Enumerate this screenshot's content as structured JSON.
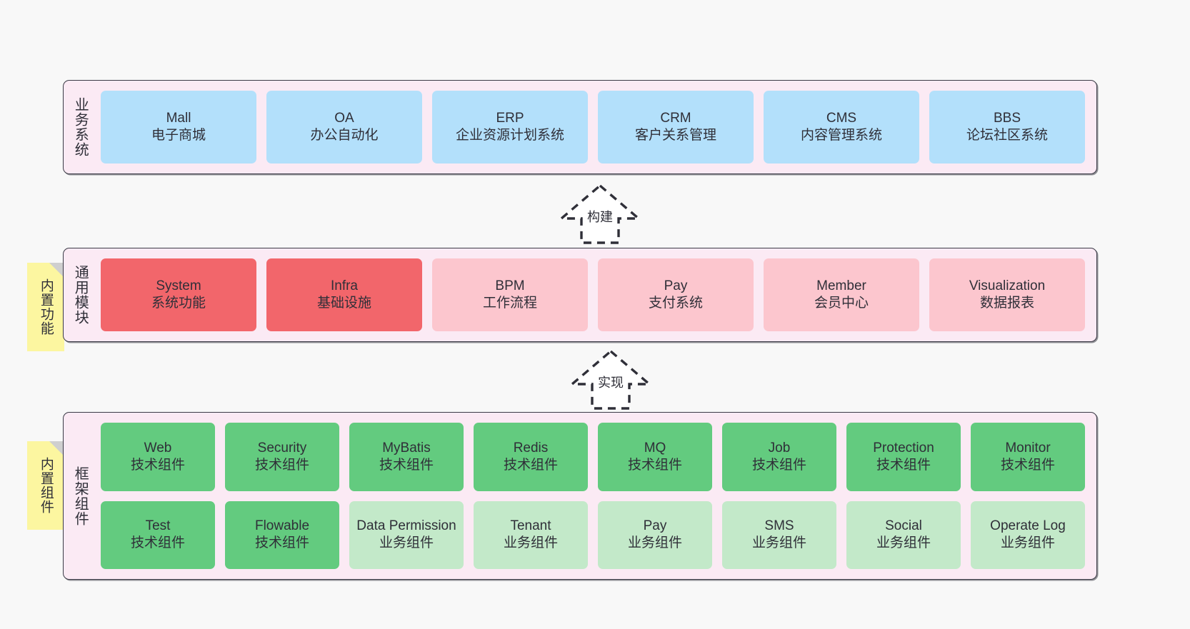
{
  "diagram": {
    "title_hidden": "",
    "colors": {
      "panel_bg": "#fbeaf4",
      "panel_border": "#3b3b47",
      "blue": "#b3e0fb",
      "red": "#f2666b",
      "pink": "#fcc6ce",
      "green": "#63cb7f",
      "green_light": "#c3e9c9",
      "sticky": "#fcf6a0",
      "canvas": "#f8f8f8",
      "text": "#2f2f38"
    }
  },
  "business_layer": {
    "title": "业务系统",
    "cards": [
      {
        "en": "Mall",
        "cn": "电子商城"
      },
      {
        "en": "OA",
        "cn": "办公自动化"
      },
      {
        "en": "ERP",
        "cn": "企业资源计划系统"
      },
      {
        "en": "CRM",
        "cn": "客户关系管理"
      },
      {
        "en": "CMS",
        "cn": "内容管理系统"
      },
      {
        "en": "BBS",
        "cn": "论坛社区系统"
      }
    ]
  },
  "arrow_build": {
    "label": "构建"
  },
  "module_layer": {
    "title": "通用模块",
    "sticky": "内置功能",
    "cards": [
      {
        "en": "System",
        "cn": "系统功能",
        "tone": "red"
      },
      {
        "en": "Infra",
        "cn": "基础设施",
        "tone": "red"
      },
      {
        "en": "BPM",
        "cn": "工作流程",
        "tone": "pink"
      },
      {
        "en": "Pay",
        "cn": "支付系统",
        "tone": "pink"
      },
      {
        "en": "Member",
        "cn": "会员中心",
        "tone": "pink"
      },
      {
        "en": "Visualization",
        "cn": "数据报表",
        "tone": "pink"
      }
    ]
  },
  "arrow_implement": {
    "label": "实现"
  },
  "framework_layer": {
    "title": "框架组件",
    "sticky": "内置组件",
    "row1": [
      {
        "en": "Web",
        "cn": "技术组件",
        "tone": "green"
      },
      {
        "en": "Security",
        "cn": "技术组件",
        "tone": "green"
      },
      {
        "en": "MyBatis",
        "cn": "技术组件",
        "tone": "green"
      },
      {
        "en": "Redis",
        "cn": "技术组件",
        "tone": "green"
      },
      {
        "en": "MQ",
        "cn": "技术组件",
        "tone": "green"
      },
      {
        "en": "Job",
        "cn": "技术组件",
        "tone": "green"
      },
      {
        "en": "Protection",
        "cn": "技术组件",
        "tone": "green"
      },
      {
        "en": "Monitor",
        "cn": "技术组件",
        "tone": "green"
      }
    ],
    "row2": [
      {
        "en": "Test",
        "cn": "技术组件",
        "tone": "green"
      },
      {
        "en": "Flowable",
        "cn": "技术组件",
        "tone": "green"
      },
      {
        "en": "Data Permission",
        "cn": "业务组件",
        "tone": "green_light"
      },
      {
        "en": "Tenant",
        "cn": "业务组件",
        "tone": "green_light"
      },
      {
        "en": "Pay",
        "cn": "业务组件",
        "tone": "green_light"
      },
      {
        "en": "SMS",
        "cn": "业务组件",
        "tone": "green_light"
      },
      {
        "en": "Social",
        "cn": "业务组件",
        "tone": "green_light"
      },
      {
        "en": "Operate Log",
        "cn": "业务组件",
        "tone": "green_light"
      }
    ]
  }
}
